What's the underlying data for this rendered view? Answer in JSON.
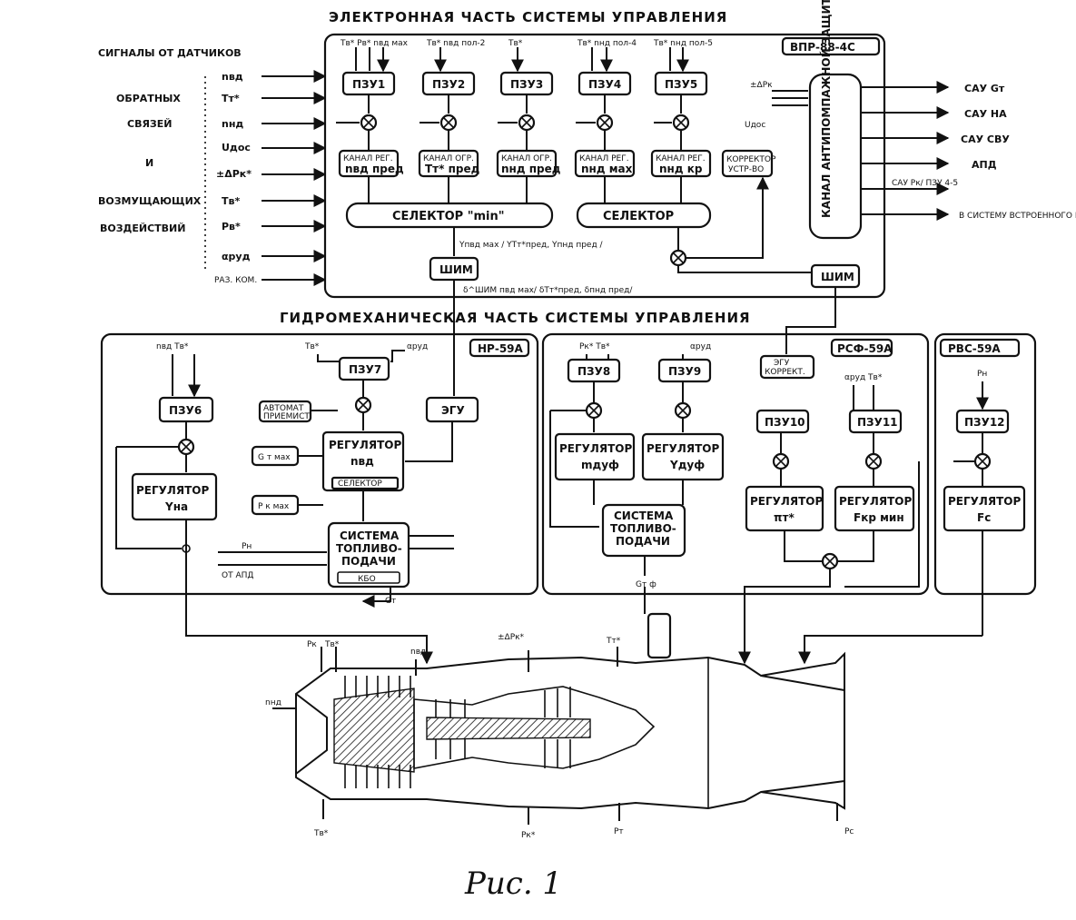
{
  "titles": {
    "electronic": "ЭЛЕКТРОННАЯ ЧАСТЬ СИСТЕМЫ УПРАВЛЕНИЯ",
    "hydromech": "ГИДРОМЕХАНИЧЕСКАЯ ЧАСТЬ СИСТЕМЫ УПРАВЛЕНИЯ",
    "caption": "Рис. 1"
  },
  "left_signals": {
    "header": "СИГНАЛЫ ОТ ДАТЧИКОВ",
    "group1": [
      "ОБРАТНЫХ",
      "СВЯЗЕЙ",
      "И"
    ],
    "group2": [
      "ВОЗМУЩАЮЩИХ",
      "ВОЗДЕЙСТВИЙ"
    ],
    "inputs": [
      "nвд",
      "Tт*",
      "nнд",
      "Uдос",
      "±ΔPк*",
      "Tв*",
      "Pв*",
      "αруд",
      "РАЗ. КОМ."
    ]
  },
  "electronic": {
    "label": "ВПР-88-4С",
    "pzu": [
      "ПЗУ1",
      "ПЗУ2",
      "ПЗУ3",
      "ПЗУ4",
      "ПЗУ5"
    ],
    "channels": [
      "КАНАЛ РЕГ. nвд пред",
      "КАНАЛ ОГР. Tт* пред",
      "КАНАЛ ОГР. nнд пред",
      "КАНАЛ РЕГ. nнд мах",
      "КАНАЛ РЕГ. nнд кр"
    ],
    "corrector": "КОРРЕКТОР УСТР-ВО",
    "selector_min": "СЕЛЕКТОР \"min\"",
    "selector": "СЕЛЕКТОР",
    "shim1": "ШИМ",
    "shim2": "ШИМ",
    "antisurge": "КАНАЛ АНТИПОМПАЖНОЙ ЗАЩИТЫ",
    "selector_out": "Yпвд мах / YTт*пред, Yпнд пред /",
    "shim_out": "δ^ШИМ пвд мах/ δTт*пред, δпнд пред/"
  },
  "outputs": [
    "САУ Gт",
    "САУ НА",
    "САУ СВУ",
    "АПД",
    "САУ Рк/ ПЗУ 4-5",
    "В СИСТЕМУ ВСТРОЕННОГО КОНТРОЛЯ"
  ],
  "hydro": {
    "hp_label": "НР-59А",
    "rsf_label": "РСФ-59А",
    "rvs_label": "РВС-59А",
    "blocks": {
      "pzu7": "ПЗУ7",
      "pzu6": "ПЗУ6",
      "pzu8": "ПЗУ8",
      "pzu9": "ПЗУ9",
      "pzu10": "ПЗУ10",
      "pzu11": "ПЗУ11",
      "pzu12": "ПЗУ12",
      "egu1": "ЭГУ",
      "egu2": "ЭГУ КОРРЕКТ.",
      "reg_main": "РЕГУЛЯТОР",
      "reg_main_sub": "nвд",
      "selector": "СЕЛЕКТОР",
      "reg_yna": "РЕГУЛЯТОР",
      "reg_yna_sub": "Yна",
      "fuel_sys": "СИСТЕМА ТОПЛИВО-ПОДАЧИ",
      "kbo": "КБО",
      "automat": "АВТОМАТ ПРИЕМИСТ.",
      "g_max": "G т мах",
      "pk_max": "P к мах",
      "reg_mduf": "РЕГУЛЯТОР",
      "reg_mduf_sub": "mдуф",
      "reg_yduf": "РЕГУЛЯТОР",
      "reg_yduf_sub": "Yдуф",
      "fuel_sys2": "СИСТЕМА ТОПЛИВО-ПОДАЧИ",
      "reg_pit": "РЕГУЛЯТОР",
      "reg_pit_sub": "πт*",
      "reg_fkr": "РЕГУЛЯТОР",
      "reg_fkr_sub": "Fкр мин",
      "reg_fc": "РЕГУЛЯТОР",
      "reg_fc_sub": "Fс"
    }
  },
  "engine_labels": [
    "Pк",
    "Tв*",
    "Tв*",
    "nвд",
    "nнд",
    "±ΔPк*",
    "Tт*",
    "Pк*",
    "Pт",
    "Pс",
    "Gт"
  ]
}
